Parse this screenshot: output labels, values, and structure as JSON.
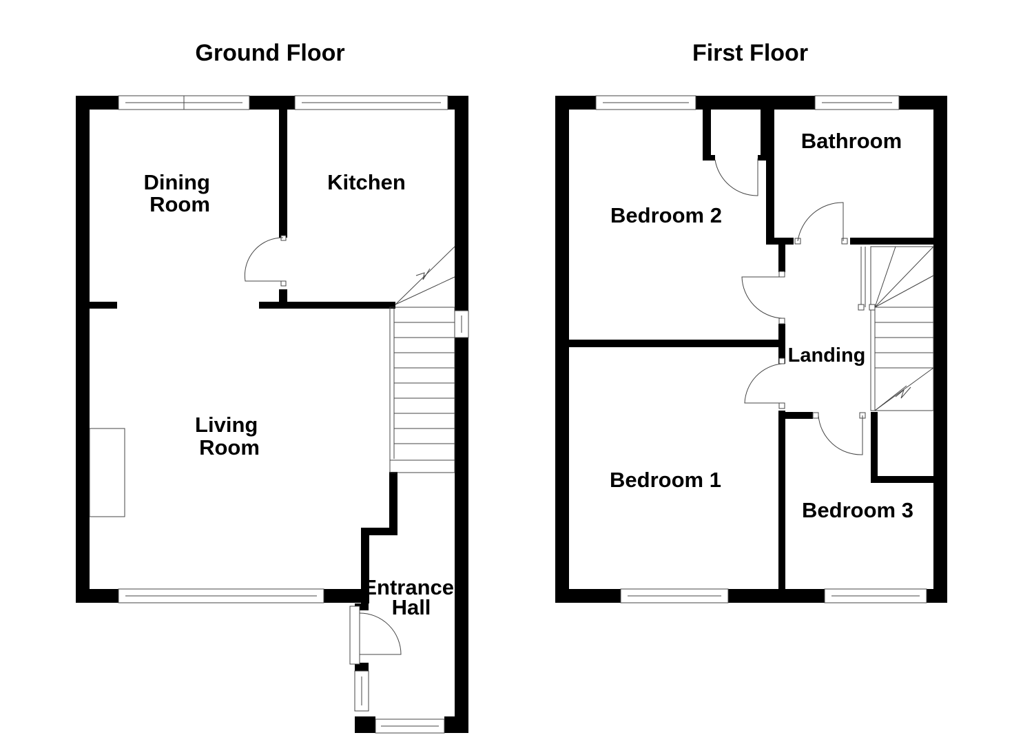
{
  "floors": [
    {
      "title": "Ground Floor",
      "rooms": [
        {
          "id": "dining",
          "lines": [
            "Dining",
            "Room"
          ]
        },
        {
          "id": "kitchen",
          "lines": [
            "Kitchen"
          ]
        },
        {
          "id": "living",
          "lines": [
            "Living",
            "Room"
          ]
        },
        {
          "id": "hall",
          "lines": [
            "Entrance",
            "Hall"
          ]
        }
      ]
    },
    {
      "title": "First Floor",
      "rooms": [
        {
          "id": "bedroom2",
          "lines": [
            "Bedroom 2"
          ]
        },
        {
          "id": "bathroom",
          "lines": [
            "Bathroom"
          ]
        },
        {
          "id": "landing",
          "lines": [
            "Landing"
          ]
        },
        {
          "id": "bedroom1",
          "lines": [
            "Bedroom 1"
          ]
        },
        {
          "id": "bedroom3",
          "lines": [
            "Bedroom 3"
          ]
        }
      ]
    }
  ],
  "colors": {
    "wall": "#000000",
    "fixture": "#444444",
    "background": "#ffffff"
  }
}
